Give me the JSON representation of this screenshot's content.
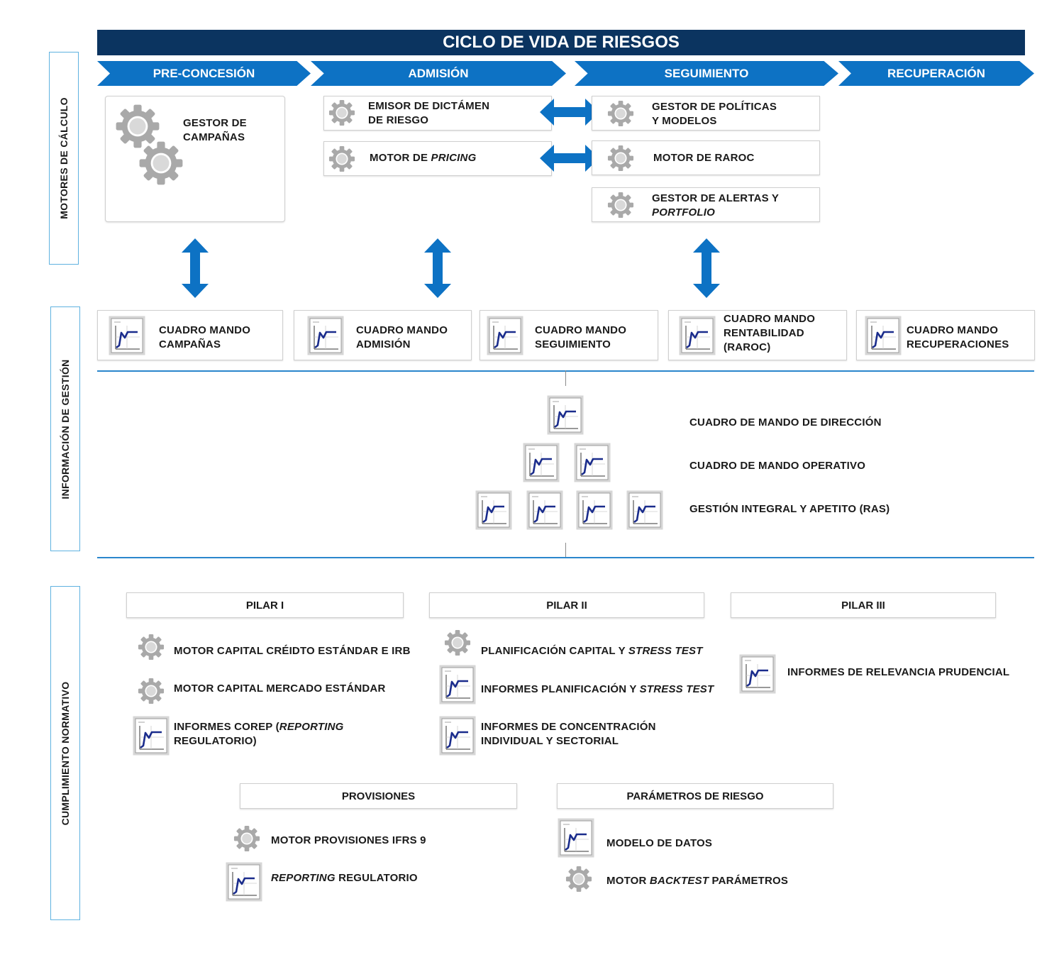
{
  "title": "CICLO DE VIDA DE RIESGOS",
  "stages": [
    "PRE-CONCESIÓN",
    "ADMISIÓN",
    "SEGUIMIENTO",
    "RECUPERACIÓN"
  ],
  "sides": {
    "motores": "MOTORES DE CÁLCULO",
    "informacion": "INFORMACIÓN DE GESTIÓN",
    "cumplimiento": "CUMPLIMIENTO NORMATIVO"
  },
  "motores": {
    "gestor_campanas": [
      "GESTOR DE",
      "CAMPAÑAS"
    ],
    "emisor": [
      "EMISOR DE DICTÁMEN",
      "DE RIESGO"
    ],
    "pricing_a": "MOTOR DE ",
    "pricing_b": "PRICING",
    "politicas": [
      "GESTOR DE POLÍTICAS",
      "Y MODELOS"
    ],
    "raroc": "MOTOR DE RAROC",
    "alertas_a": "GESTOR DE ALERTAS Y",
    "alertas_b": "PORTFOLIO"
  },
  "cuadros": {
    "campanas": [
      "CUADRO MANDO",
      "CAMPAÑAS"
    ],
    "admision": [
      "CUADRO MANDO",
      "ADMISIÓN"
    ],
    "seguimiento": [
      "CUADRO MANDO",
      "SEGUIMIENTO"
    ],
    "rentabilidad": [
      "CUADRO MANDO",
      "RENTABILIDAD",
      "(RAROC)"
    ],
    "recuperaciones": [
      "CUADRO MANDO",
      "RECUPERACIONES"
    ]
  },
  "piramide": {
    "direccion": "CUADRO DE MANDO DE DIRECCIÓN",
    "operativo": "CUADRO DE MANDO OPERATIVO",
    "ras": "GESTIÓN INTEGRAL Y APETITO (RAS)"
  },
  "pilar1": {
    "title": "PILAR I",
    "item1": "MOTOR CAPITAL CRÉIDTO ESTÁNDAR E IRB",
    "item2": "MOTOR CAPITAL MERCADO ESTÁNDAR",
    "item3_a": "INFORMES COREP (",
    "item3_b": "REPORTING",
    "item3_c": "REGULATORIO)"
  },
  "pilar2": {
    "title": "PILAR II",
    "item1_a": "PLANIFICACIÓN CAPITAL Y ",
    "item1_b": "STRESS TEST",
    "item2_a": "INFORMES PLANIFICACIÓN Y ",
    "item2_b": "STRESS TEST",
    "item3": [
      "INFORMES DE CONCENTRACIÓN",
      "INDIVIDUAL Y SECTORIAL"
    ]
  },
  "pilar3": {
    "title": "PILAR III",
    "item1": "INFORMES DE RELEVANCIA PRUDENCIAL"
  },
  "provisiones": {
    "title": "PROVISIONES",
    "item1": "MOTOR PROVISIONES IFRS 9",
    "item2_a": "REPORTING",
    "item2_b": " REGULATORIO"
  },
  "parametros": {
    "title": "PARÁMETROS DE RIESGO",
    "item1": "MODELO DE DATOS",
    "item2_a": "MOTOR ",
    "item2_b": "BACKTEST",
    "item2_c": " PARÁMETROS"
  },
  "colors": {
    "banner": "#0b3460",
    "stage": "#0d72c4",
    "side_border": "#5fb2e0",
    "arrow": "#0d72c4",
    "gear": "#a9a9a9",
    "chart_line": "#1a2c8c"
  },
  "icons": {
    "gear": "gear-icon",
    "chart": "chart-report-icon",
    "arrow": "double-arrow-icon"
  }
}
